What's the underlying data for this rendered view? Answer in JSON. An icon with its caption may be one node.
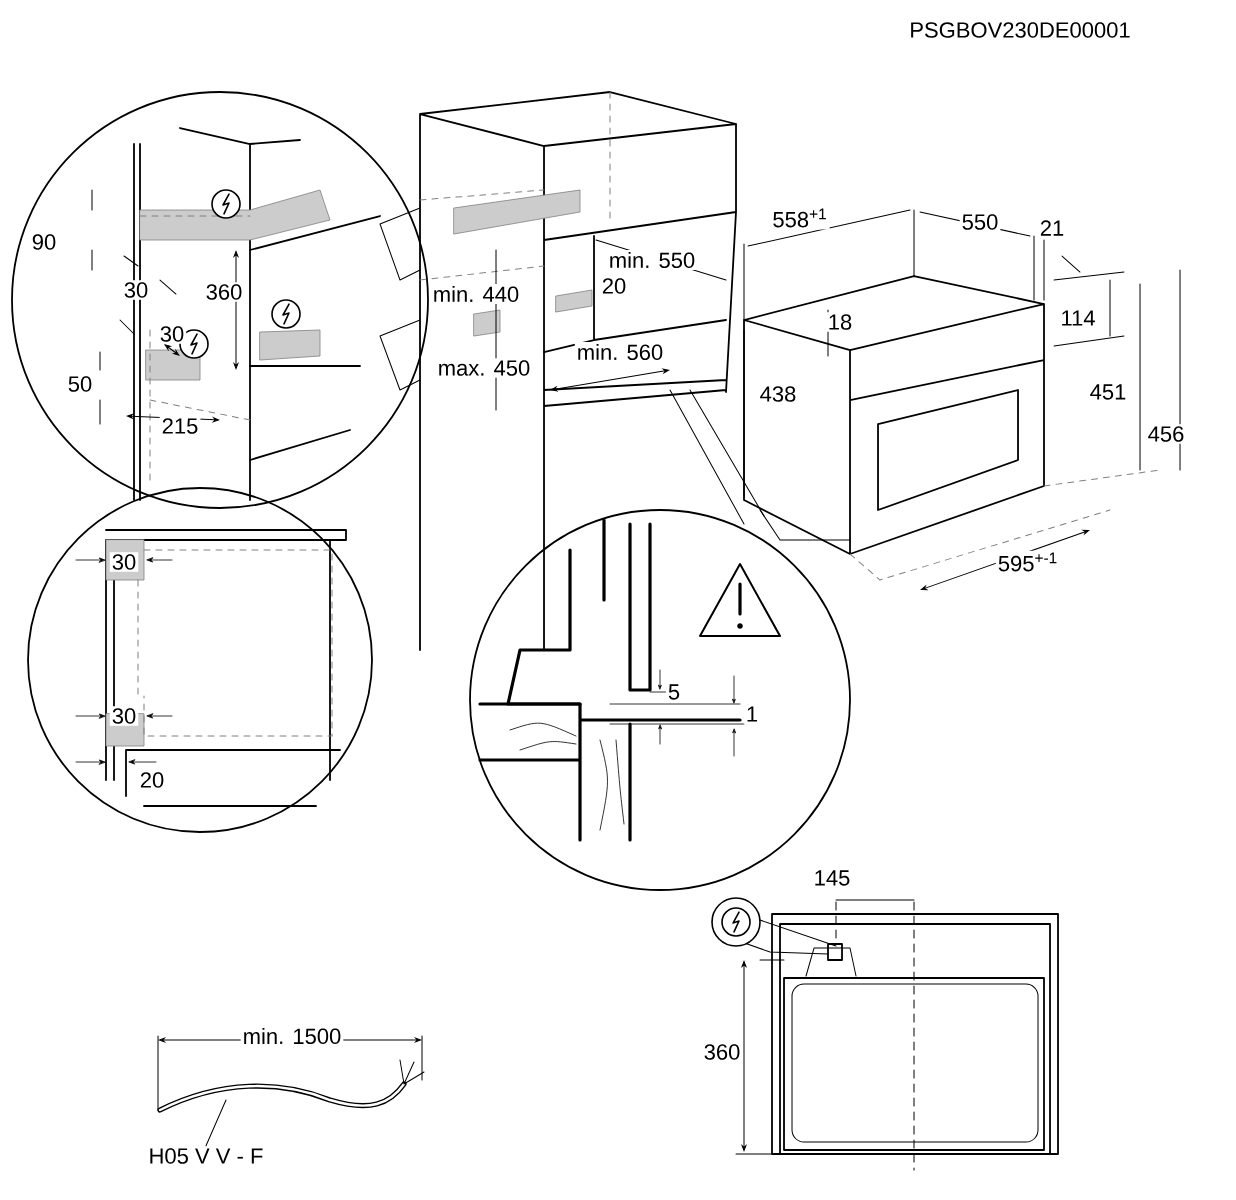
{
  "diagram": {
    "nodes": [
      {
        "text": [
          "H05 V V - F"
        ]
      },
      {
        "text": [],
        "shape": "picture"
      }
    ],
    "edges": [
      {
        "from": 0,
        "to": 1,
        "arrow": "none"
      }
    ],
    "labels": [
      "PSGBOV230DE00001",
      "90",
      "30",
      "360",
      "30",
      "50",
      "215",
      "min. 440",
      "max. 450",
      "min. 550",
      "20",
      "min. 560",
      "558$^{+1}$",
      "550",
      "21",
      "18",
      "114",
      "438",
      "451",
      "456",
      "30",
      "595$^{+-1}$",
      "30",
      "20",
      "5",
      "1",
      "145",
      "min. 1500",
      "360"
    ]
  }
}
